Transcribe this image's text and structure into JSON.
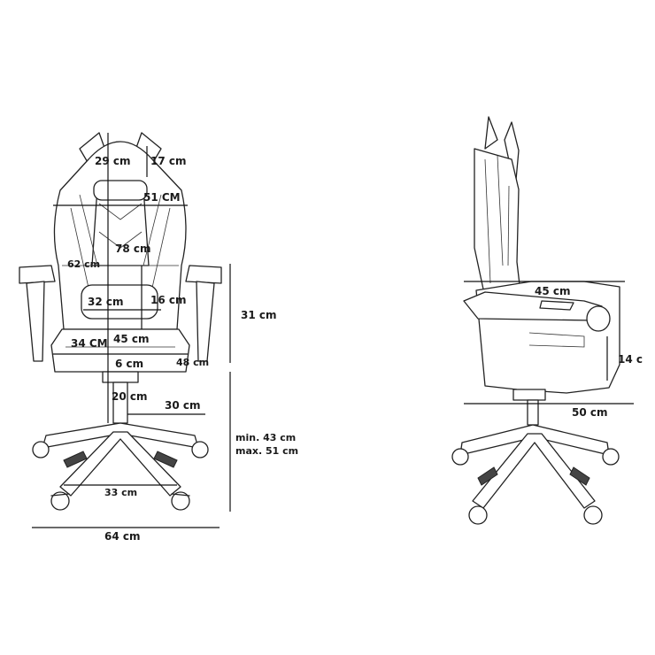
{
  "front_view": {
    "headrest_width": "29 cm",
    "headrest_height": "17 cm",
    "backrest_width": "51 CM",
    "backrest_height": "78 cm",
    "side_width": "62 cm",
    "lumbar_width": "32 cm",
    "lumbar_height": "16 cm",
    "armrest_height": "31 cm",
    "seat_depth_left": "34 CM",
    "seat_width": "45 cm",
    "seat_right": "48 cm",
    "seat_thickness": "6 cm",
    "gas_lift": "20 cm",
    "base_height": "30 cm",
    "seat_height_min": "min. 43 cm",
    "seat_height_max": "max. 51 cm",
    "wheel_span": "33 cm",
    "base_width": "64 cm"
  },
  "side_view": {
    "armrest_length": "45 cm",
    "armrest_pad": "14 c",
    "depth": "50 cm"
  }
}
